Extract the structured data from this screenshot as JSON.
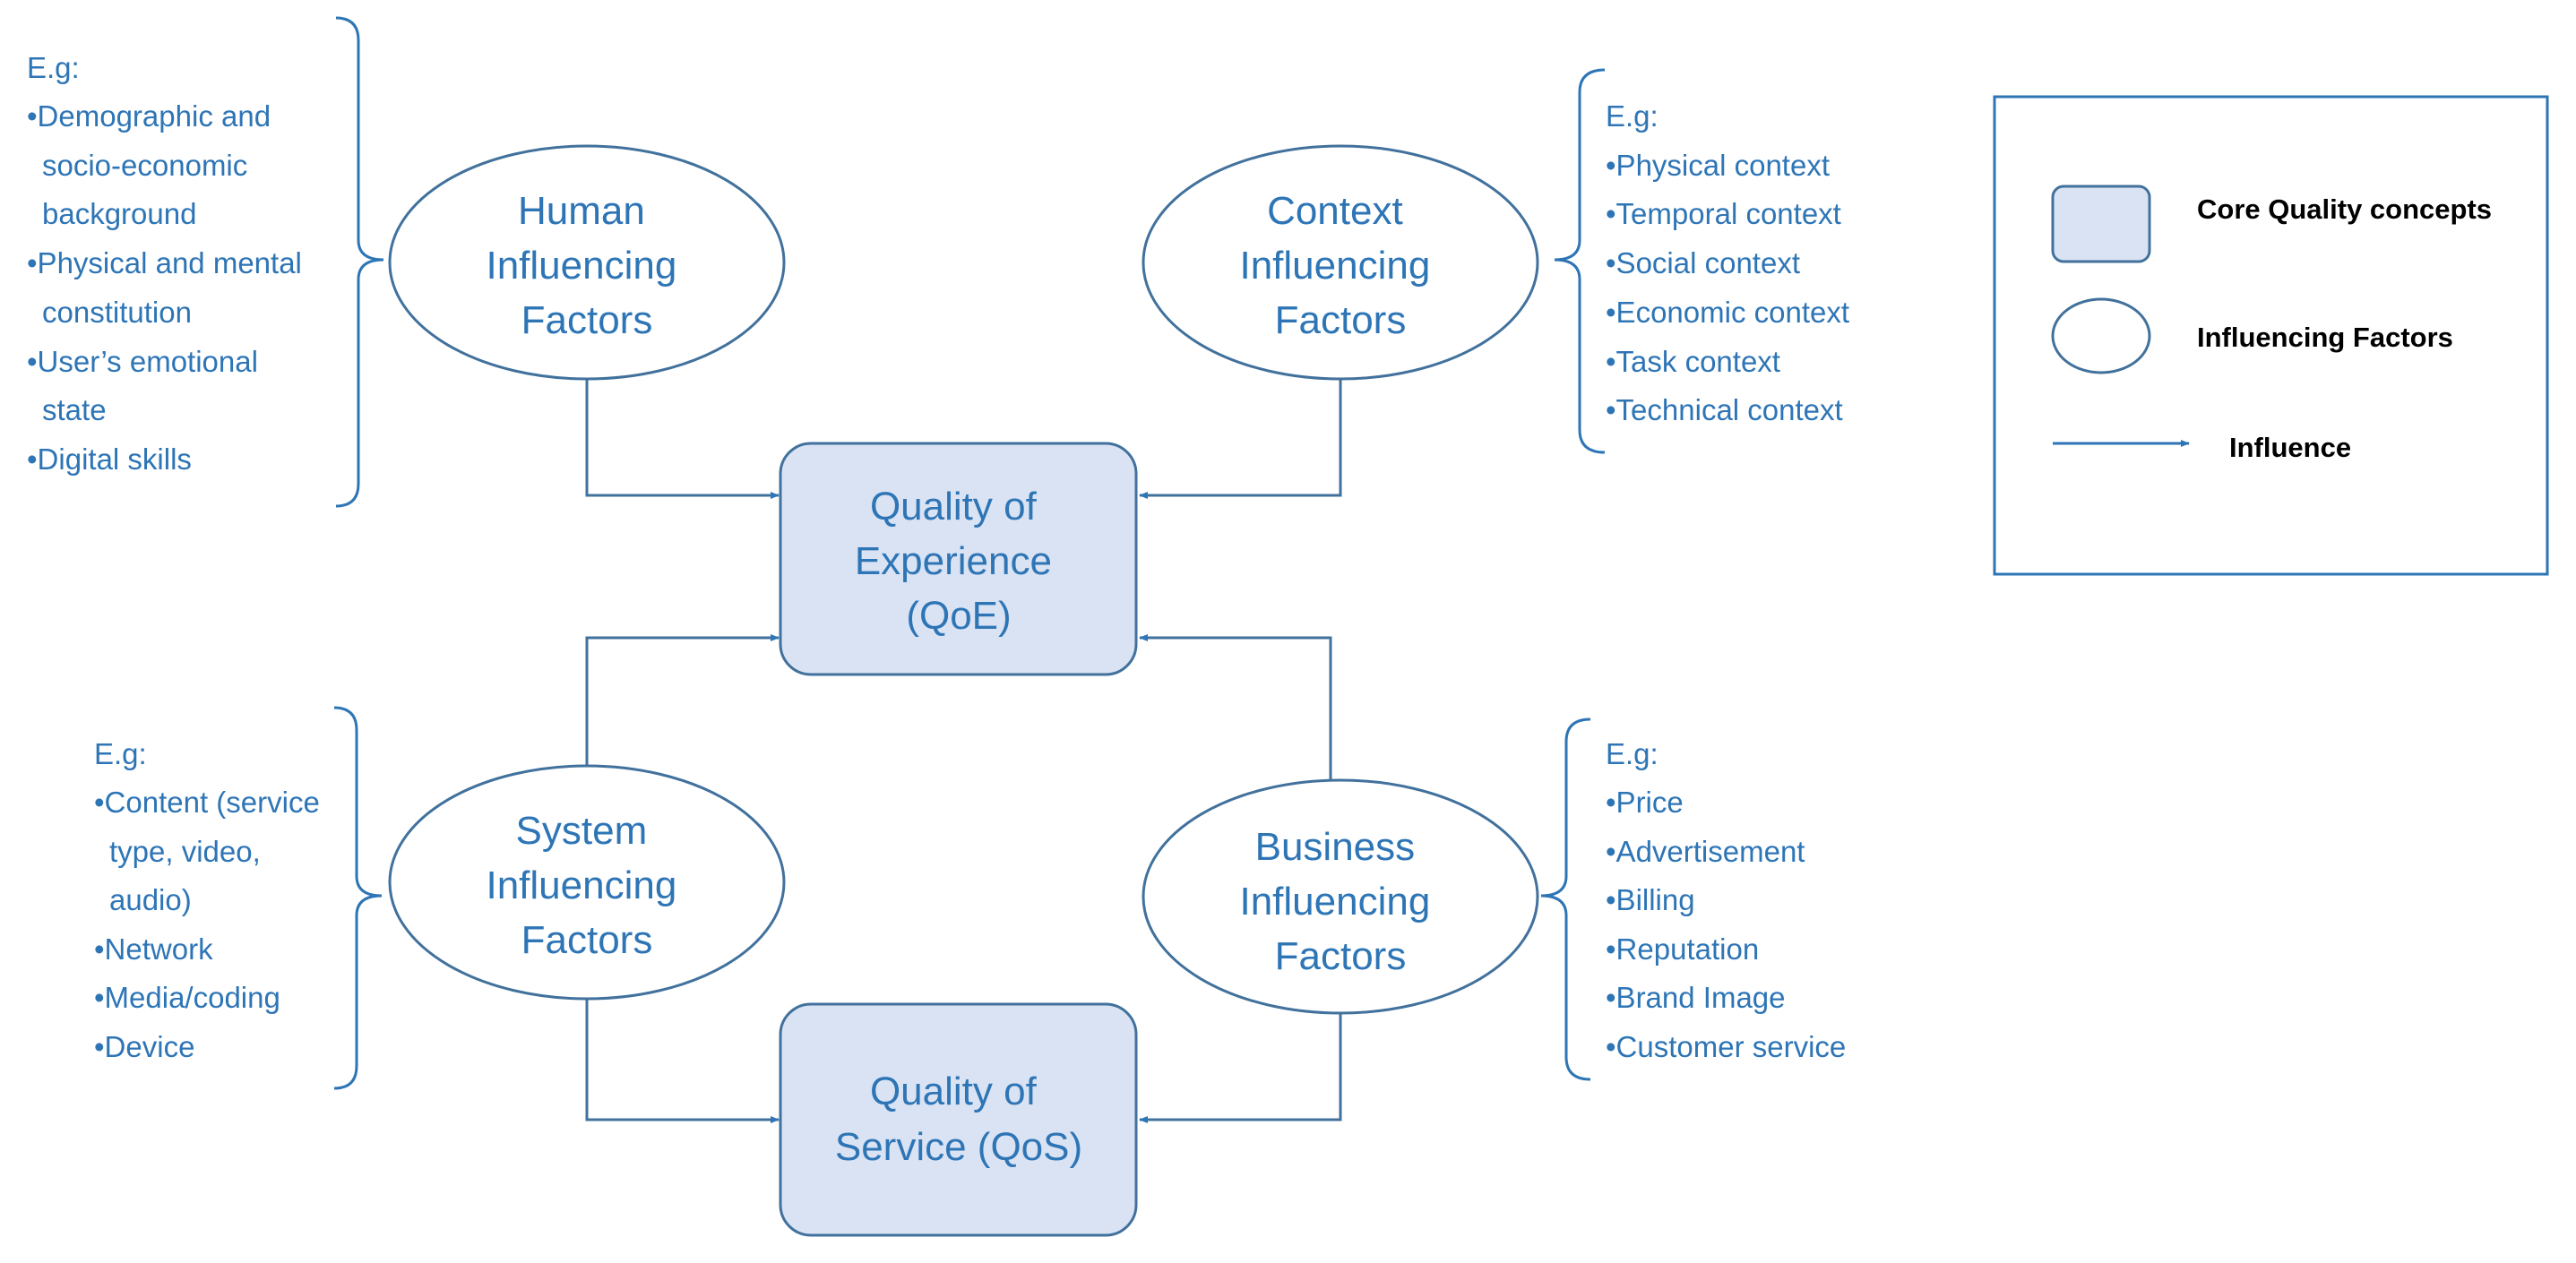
{
  "colors": {
    "line": "#41719c",
    "accent": "#2e75b6",
    "box_fill": "#dae3f3"
  },
  "nodes": {
    "human": [
      "Human",
      "Influencing",
      "Factors"
    ],
    "context": [
      "Context",
      "Influencing",
      "Factors"
    ],
    "system": [
      "System",
      "Influencing",
      "Factors"
    ],
    "business": [
      "Business",
      "Influencing",
      "Factors"
    ],
    "qoe": [
      "Quality of",
      "Experience",
      "(QoE)"
    ],
    "qos": [
      "Quality of",
      "Service (QoS)"
    ]
  },
  "lists": {
    "human": [
      "E.g:",
      "•Demographic and",
      "socio-economic",
      "background",
      "•Physical and mental",
      "constitution",
      "•User’s emotional",
      "state",
      "•Digital skills"
    ],
    "context": [
      "E.g:",
      "•Physical context",
      "•Temporal context",
      "•Social context",
      "•Economic context",
      "•Task context",
      "•Technical context"
    ],
    "system": [
      "E.g:",
      "•Content (service",
      "type, video,",
      "audio)",
      "•Network",
      "•Media/coding",
      "•Device"
    ],
    "business": [
      "E.g:",
      "•Price",
      "•Advertisement",
      "•Billing",
      "•Reputation",
      "•Brand Image",
      "•Customer service"
    ]
  },
  "legend": {
    "core": "Core Quality concepts",
    "factors": "Influencing Factors",
    "influence": "Influence"
  }
}
